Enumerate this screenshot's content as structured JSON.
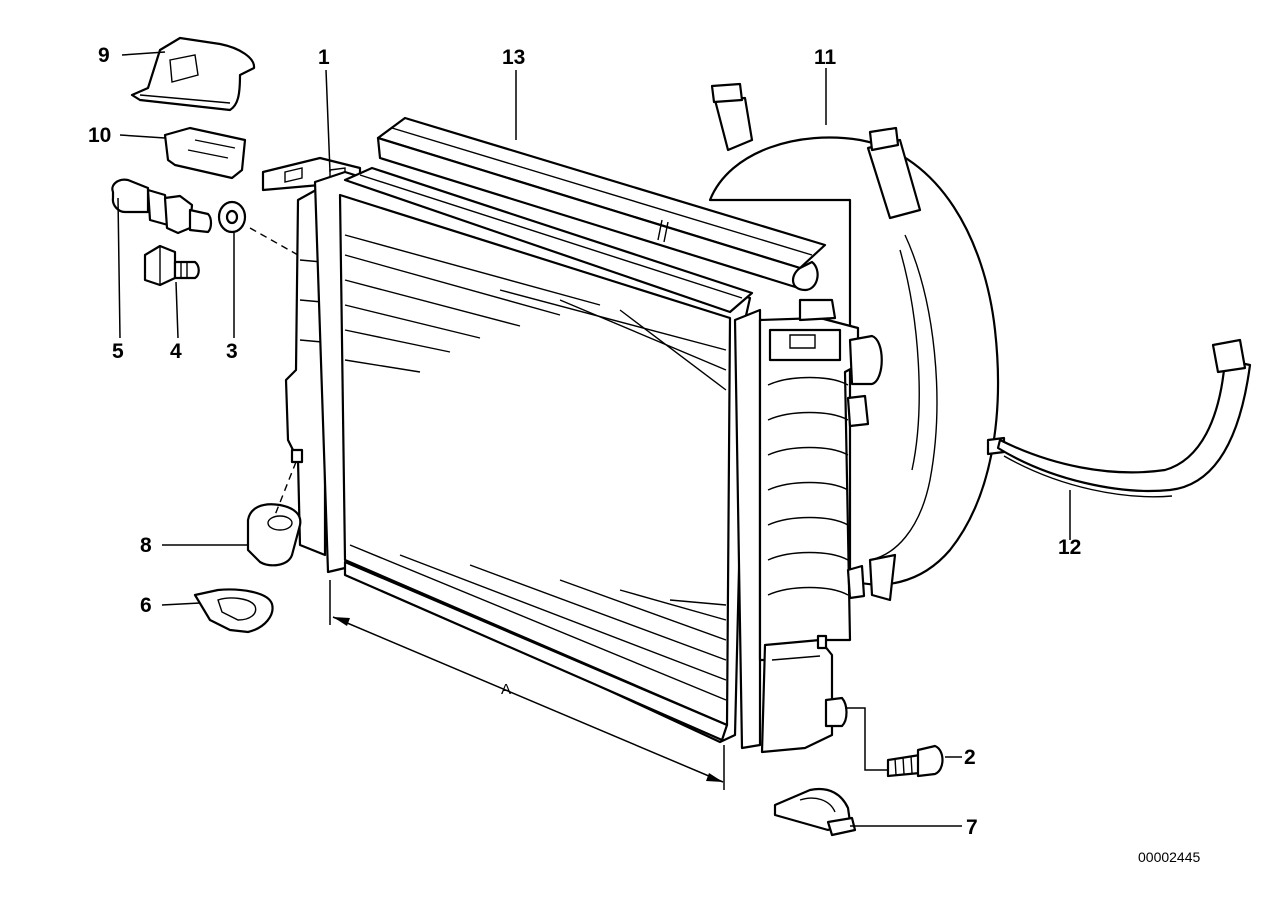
{
  "diagram": {
    "callouts": [
      {
        "id": "1",
        "label": "1"
      },
      {
        "id": "2",
        "label": "2"
      },
      {
        "id": "3",
        "label": "3"
      },
      {
        "id": "4",
        "label": "4"
      },
      {
        "id": "5",
        "label": "5"
      },
      {
        "id": "6",
        "label": "6"
      },
      {
        "id": "7",
        "label": "7"
      },
      {
        "id": "8",
        "label": "8"
      },
      {
        "id": "9",
        "label": "9"
      },
      {
        "id": "10",
        "label": "10"
      },
      {
        "id": "11",
        "label": "11"
      },
      {
        "id": "12",
        "label": "12"
      },
      {
        "id": "13",
        "label": "13"
      }
    ],
    "dimension_label": "A",
    "document_id": "00002445"
  }
}
